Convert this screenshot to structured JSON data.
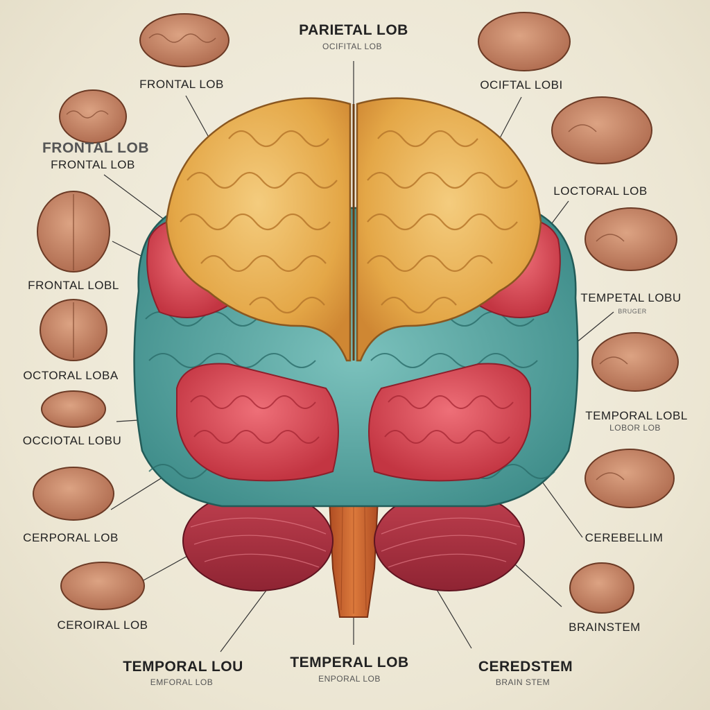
{
  "labels": {
    "top_title": "PARIETAL LOB",
    "top_sub": "OCIFITAL LOB",
    "l1": "FRONTAL LOB",
    "l2a": "FRONTAL LOB",
    "l2b": "FRONTAL LOB",
    "l3": "FRONTAL LOBL",
    "l4": "OCTORAL LOBA",
    "l5": "OCCIOTAL LOBU",
    "l6": "CERPORAL LOB",
    "l7": "CEROIRAL LOB",
    "r1": "OCIFTAL LOBI",
    "r2": "LOCTORAL LOB",
    "r3": "TEMPETAL LOBU",
    "r3sub": "BRUGER",
    "r4": "TEMPORAL LOBL",
    "r4sub": "LOBOR LOB",
    "r5": "CEREBELLIM",
    "r6": "BRAINSTEM",
    "b1": "TEMPORAL LOU",
    "b1sub": "EMFORAL LOB",
    "b2": "TEMPERAL LOB",
    "b2sub": "ENPORAL LOB",
    "b3": "CEREDSTEM",
    "b3sub": "BRAIN STEM"
  },
  "colors": {
    "frontal": "#e3a844",
    "parietal_red": "#d8434f",
    "temporal_teal": "#4e9e9a",
    "temporal_red": "#d94a57",
    "cerebellum": "#b53544",
    "brainstem": "#c8612f",
    "thumbnail": "#c98a6c"
  }
}
